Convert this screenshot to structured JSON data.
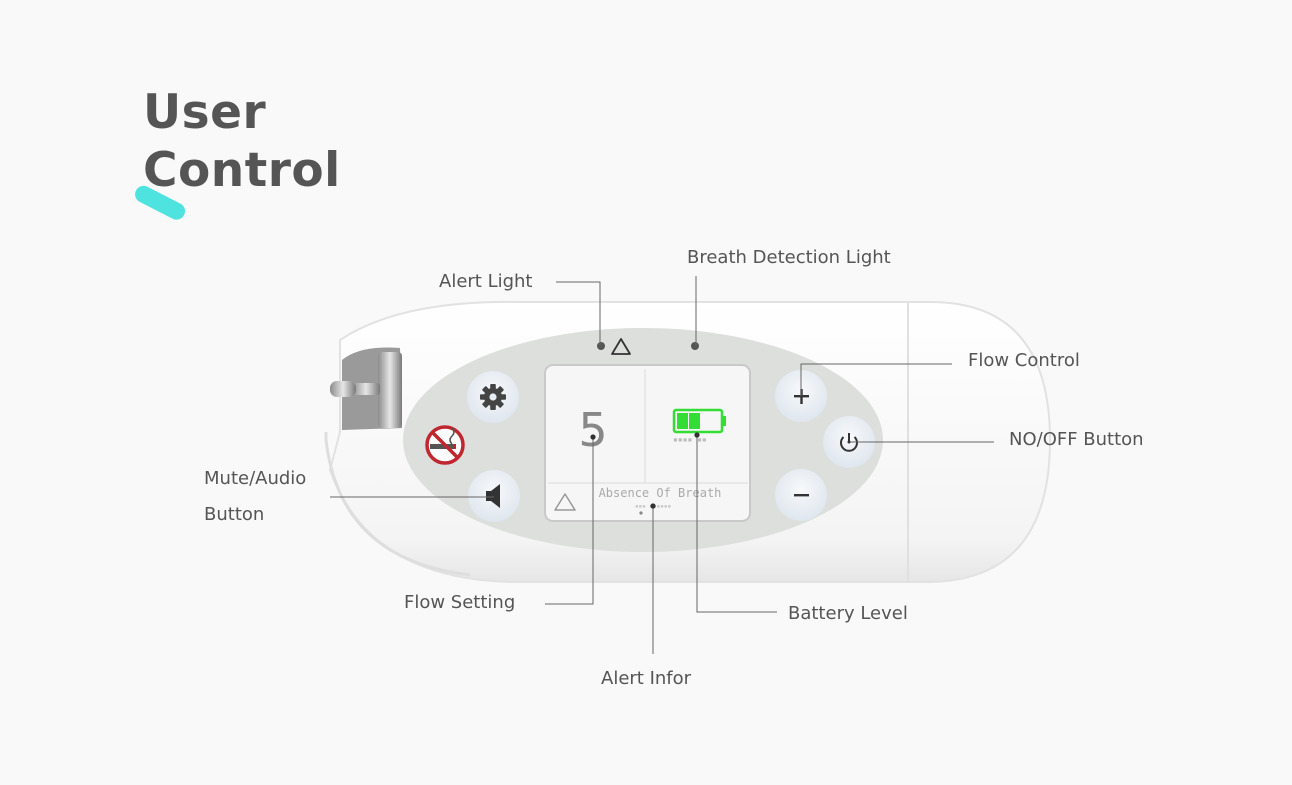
{
  "title": {
    "line1": "User",
    "line2": "Control"
  },
  "callouts": {
    "alert_light": "Alert Light",
    "breath_detection_light": "Breath Detection Light",
    "flow_control": "Flow Control",
    "on_off_button": "NO/OFF Button",
    "mute_audio_line1": "Mute/Audio",
    "mute_audio_line2": "Button",
    "flow_setting": "Flow Setting",
    "battery_level": "Battery Level",
    "alert_infor": "Alert Infor"
  },
  "device_screen": {
    "flow_value": "5",
    "alert_message": "Absence Of Breath",
    "battery_fraction": 0.66
  },
  "colors": {
    "accent": "#4fe3e0",
    "battery_green": "#33dd33",
    "no_smoking_red": "#c0262d",
    "text": "#555555",
    "panel": "#dcdfdb"
  },
  "icons": [
    "gear-icon",
    "speaker-icon",
    "plus-icon",
    "minus-icon",
    "power-icon",
    "no-smoking-icon",
    "warning-triangle-icon",
    "battery-icon"
  ]
}
